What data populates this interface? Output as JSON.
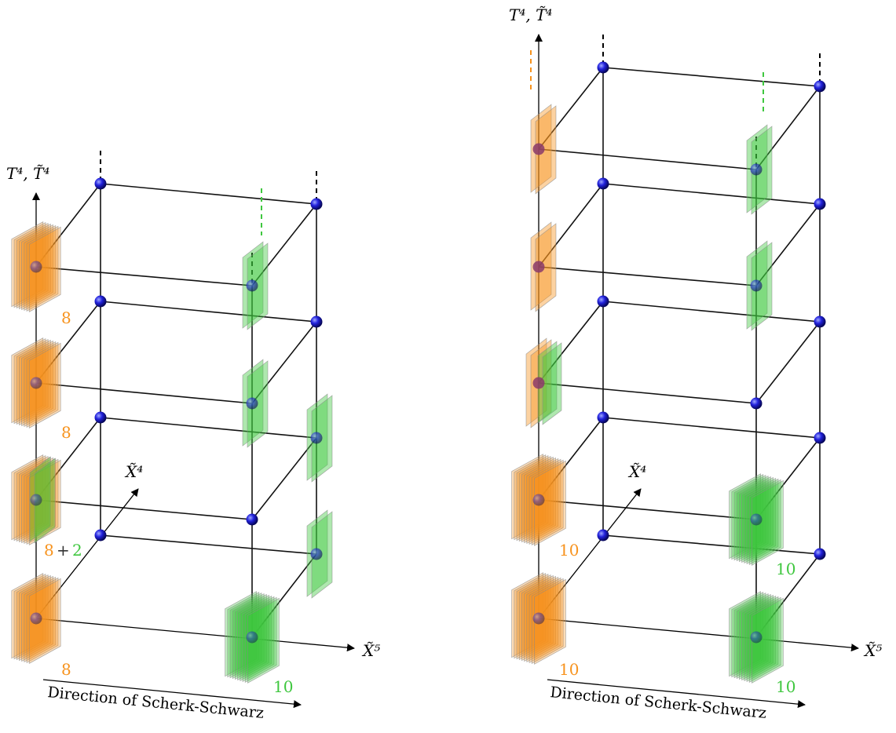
{
  "colors": {
    "orange": "#F7931E",
    "green": "#3FC73F",
    "node": "#1A1ACC",
    "edge": "#111111"
  },
  "icons": {
    "node": "blue-sphere-icon",
    "stack": "brane-stack-icon",
    "arrow": "axis-arrowhead-icon"
  },
  "left_panel": {
    "axis_vertical": "T⁴, T̃⁴",
    "axis_depth": "X̃⁴",
    "axis_horizontal": "X̃⁵",
    "direction_label": "Direction of Scherk-Schwarz",
    "labels": {
      "orange_top": "8",
      "orange_second": "8",
      "combo_orange": "8",
      "combo_plus": "+",
      "combo_green": "2",
      "orange_bottom": "8",
      "green_bottom": "10"
    }
  },
  "right_panel": {
    "axis_vertical": "T⁴, T̃⁴",
    "axis_depth": "X̃⁴",
    "axis_horizontal": "X̃⁵",
    "direction_label": "Direction of Scherk-Schwarz",
    "labels": {
      "orange_mid": "10",
      "green_mid": "10",
      "orange_bottom": "10",
      "green_bottom": "10"
    }
  }
}
